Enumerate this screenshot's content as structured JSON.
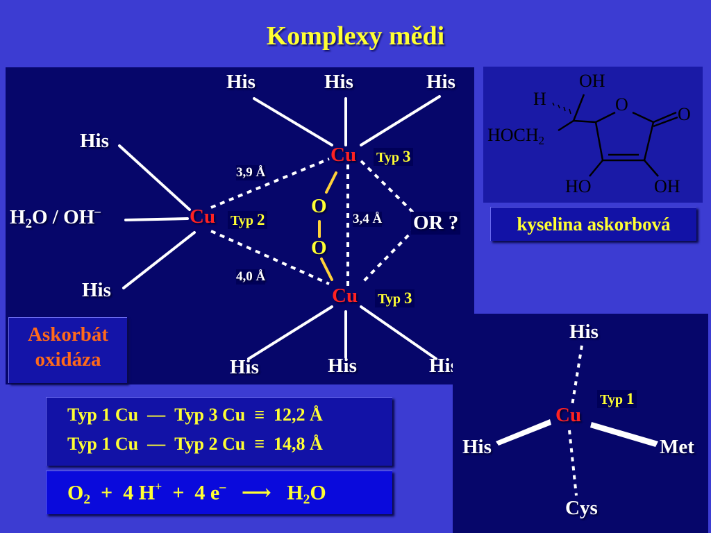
{
  "title": "Komplexy mědi",
  "main": {
    "cu": "Cu",
    "his": "His",
    "h2o": "H",
    "h2o_sub": "2",
    "h2o_rest": "O / OH",
    "h2o_sup": "–",
    "o": "O",
    "or_q": "OR ?",
    "typ": "Typ",
    "typ2": "2",
    "typ3": "3",
    "d1": "3,9 Å",
    "d2": "3,4 Å",
    "d3": "4,0 Å",
    "enzyme_line1": "Askorbát",
    "enzyme_line2": "oxidáza"
  },
  "molecule": {
    "oh_top": "OH",
    "h": "H",
    "o_ring": "O",
    "o_keto": "O",
    "hoch": "HOCH",
    "hoch_sub": "2",
    "ho": "HO",
    "oh_bottom": "OH",
    "caption": "kyselina askorbová"
  },
  "distances": {
    "row1_a": "Typ 1 Cu",
    "row1_dash": "—",
    "row1_b": "Typ 3 Cu",
    "row1_eq": "≡",
    "row1_val": "12,2 Å",
    "row2_a": "Typ 1 Cu",
    "row2_dash": "—",
    "row2_b": "Typ 2 Cu",
    "row2_eq": "≡",
    "row2_val": "14,8 Å"
  },
  "reaction": {
    "o": "O",
    "o_sub": "2",
    "plus": "+",
    "four_h": "4 H",
    "h_sup": "+",
    "four_e": "4 e",
    "e_sup": "–",
    "arrow": "⟶",
    "h": "H",
    "h_sub": "2",
    "o_end": "O"
  },
  "type1": {
    "cu": "Cu",
    "typ": "Typ",
    "num": "1",
    "his_top": "His",
    "his_left": "His",
    "met": "Met",
    "cys": "Cys"
  },
  "colors": {
    "background": "#3c3cd2",
    "panel": "#06066a",
    "title": "#ffff33",
    "copper": "#ff2222"
  }
}
